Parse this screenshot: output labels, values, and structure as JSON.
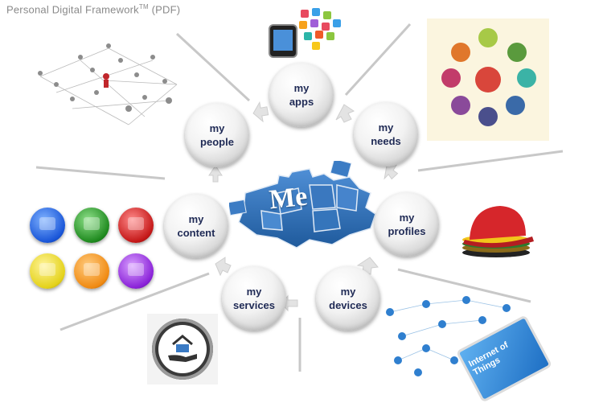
{
  "title": {
    "main": "Personal Digital Framework",
    "tm": "TM",
    "suffix": "(PDF)"
  },
  "center_label": "Me",
  "nodes": {
    "apps": "my\napps",
    "needs": "my\nneeds",
    "profiles": "my\nprofiles",
    "devices": "my\ndevices",
    "services": "my\nservices",
    "content": "my\ncontent",
    "people": "my\npeople"
  },
  "iot_label": "Internet of Things",
  "colors": {
    "node_text": "#1f2a55",
    "puzzle": "#2f6fb5",
    "connector": "#c8c8c8"
  }
}
